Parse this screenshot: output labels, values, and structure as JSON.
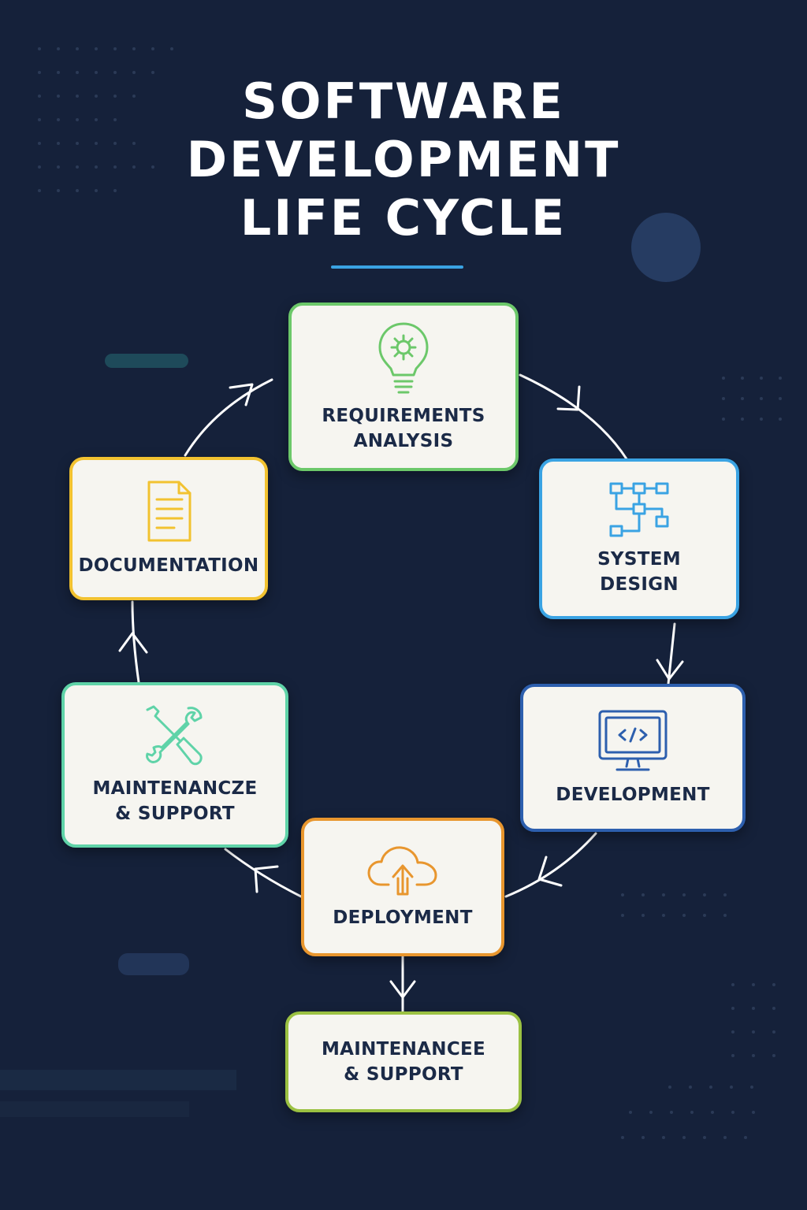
{
  "title": {
    "lines": [
      "SOFTWARE",
      "DEVELOPMENT",
      "LIFE CYCLE"
    ]
  },
  "stages": {
    "requirements": {
      "lines": [
        "REQUIREMENTS",
        "ANALYSIS"
      ],
      "icon": "lightbulb-gear-icon",
      "color": "#6cc86a"
    },
    "system_design": {
      "lines": [
        "SYSTEM",
        "DESIGN"
      ],
      "icon": "flowchart-icon",
      "color": "#3aa3e3"
    },
    "development": {
      "lines": [
        "DEVELOPMENT"
      ],
      "icon": "code-monitor-icon",
      "color": "#2d5fae"
    },
    "deployment": {
      "lines": [
        "DEPLOYMENT"
      ],
      "icon": "cloud-upload-icon",
      "color": "#e8962e"
    },
    "maintenance_bottom": {
      "lines": [
        "MAINTENANCEE",
        "& SUPPORT"
      ],
      "color": "#9bc142"
    },
    "maintenance_left": {
      "lines": [
        "MAINTENANCZE",
        "& SUPPORT"
      ],
      "icon": "wrench-screwdriver-icon",
      "color": "#5fd3a8"
    },
    "documentation": {
      "lines": [
        "DOCUMENTATION"
      ],
      "icon": "document-icon",
      "color": "#f2c230"
    }
  },
  "colors": {
    "background": "#15213a",
    "title_rule": "#3aa3e3",
    "box_fill": "#f6f5f0",
    "text": "#1b2a47",
    "arrow": "#ffffff"
  }
}
